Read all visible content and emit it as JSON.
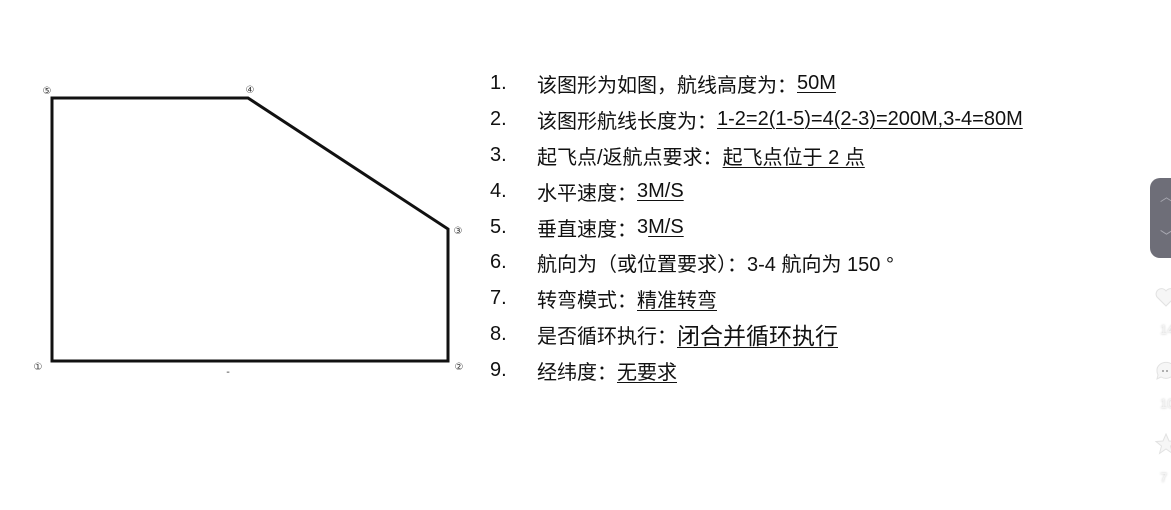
{
  "diagram": {
    "point_labels": [
      "①",
      "②",
      "③",
      "④",
      "⑤"
    ],
    "bottom_mark": "-"
  },
  "requirements": [
    {
      "num": "1.",
      "label": "该图形为如图，航线高度为：",
      "plain": "",
      "value": "50M"
    },
    {
      "num": "2.",
      "label": "该图形航线长度为：",
      "plain": "",
      "value": "1-2=2(1-5)=4(2-3)=200M,3-4=80M"
    },
    {
      "num": "3.",
      "label": "起飞点/返航点要求：",
      "plain": "",
      "value": "起飞点位于 2 点"
    },
    {
      "num": "4.",
      "label": "水平速度：",
      "plain": "",
      "value": "3M/S"
    },
    {
      "num": "5.",
      "label": "垂直速度：",
      "plain": "3",
      "value": "M/S"
    },
    {
      "num": "6.",
      "label": "航向为（或位置要求）：",
      "plain": "3-4 航向为 150 °",
      "value": ""
    },
    {
      "num": "7.",
      "label": "转弯模式：",
      "plain": "",
      "value": "精准转弯"
    },
    {
      "num": "8.",
      "label": "是否循环执行：",
      "plain": "",
      "value": "闭合并循环执行"
    },
    {
      "num": "9.",
      "label": "经纬度：",
      "plain": "",
      "value": "无要求"
    }
  ],
  "side_panel": {
    "up_icon": "chevron-up-icon",
    "down_icon": "chevron-down-icon",
    "like_count": "14",
    "comment_count": "10",
    "favorite_count": "7",
    "pill_color": "#6e6e78"
  }
}
